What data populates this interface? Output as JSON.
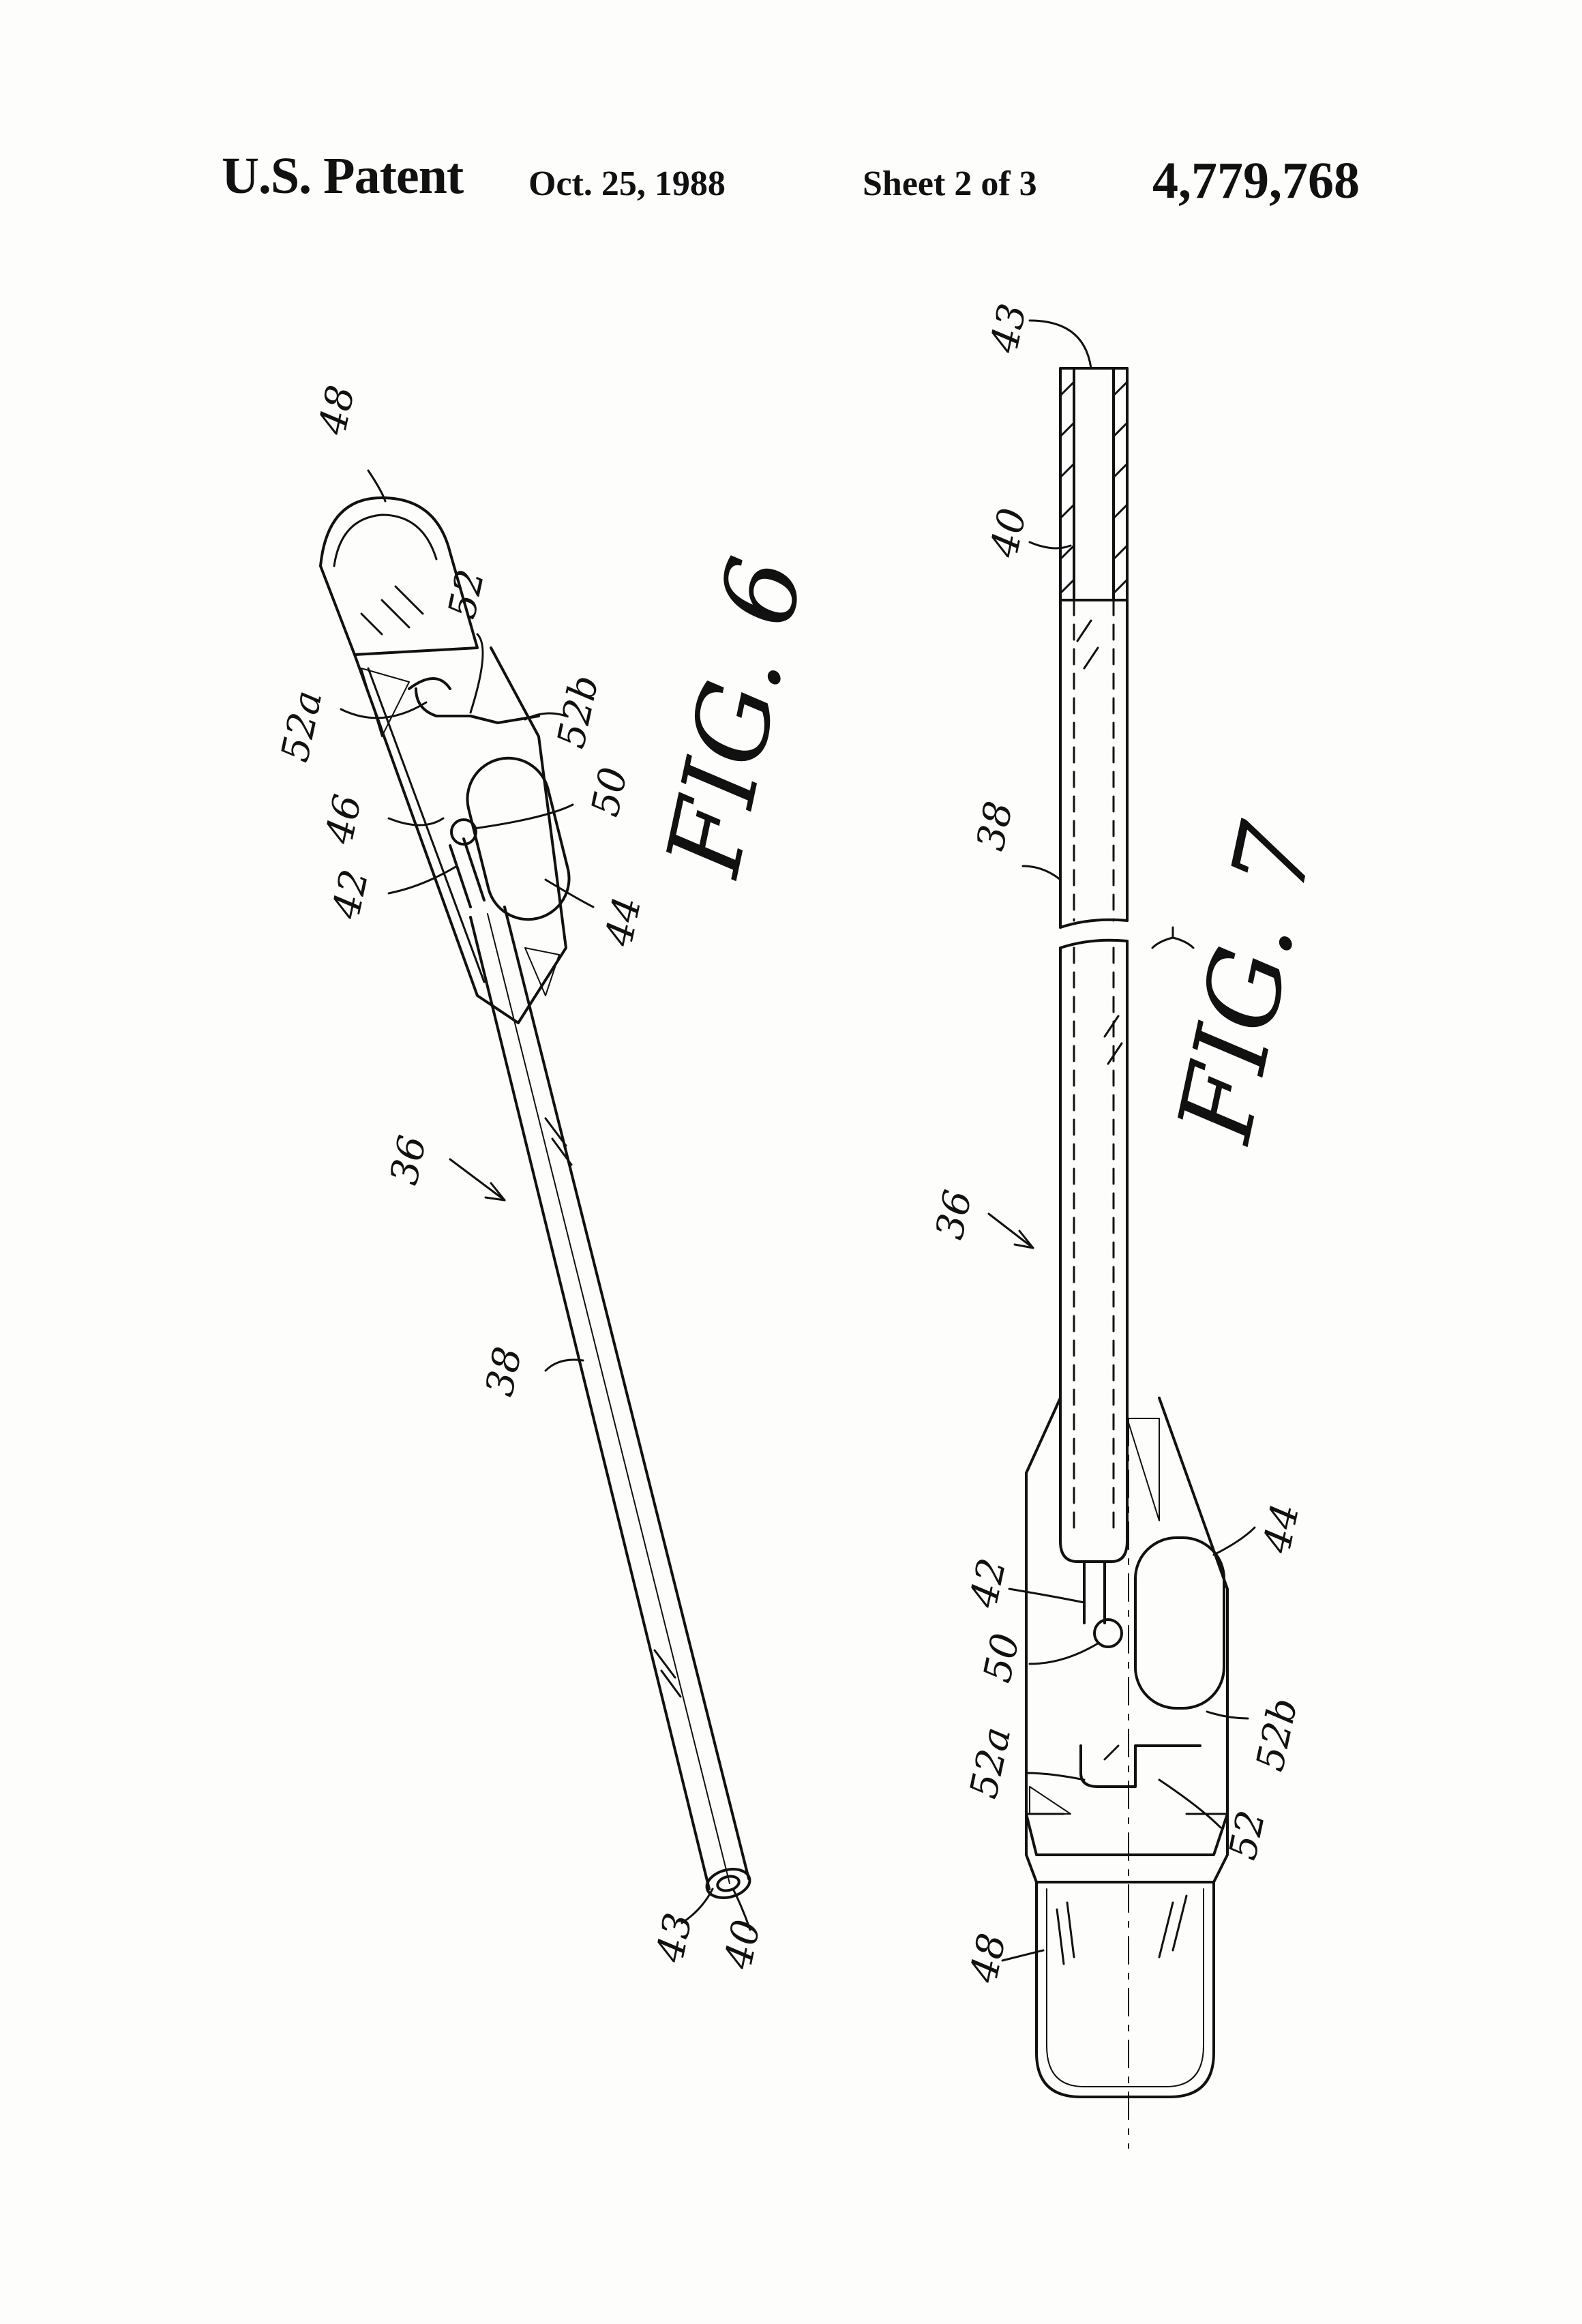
{
  "header": {
    "patent_label": "U.S. Patent",
    "date": "Oct. 25, 1988",
    "sheet": "Sheet 2 of 3",
    "patent_number": "4,779,768"
  },
  "figures": [
    {
      "id": "fig6",
      "caption": "FIG. 6",
      "labels": [
        "48",
        "52",
        "52a",
        "52b",
        "50",
        "46",
        "42",
        "44",
        "36",
        "38",
        "43",
        "40"
      ]
    },
    {
      "id": "fig7",
      "caption": "FIG. 7",
      "labels": [
        "43",
        "40",
        "38",
        "36",
        "42",
        "44",
        "50",
        "52a",
        "52b",
        "52",
        "48"
      ]
    }
  ]
}
